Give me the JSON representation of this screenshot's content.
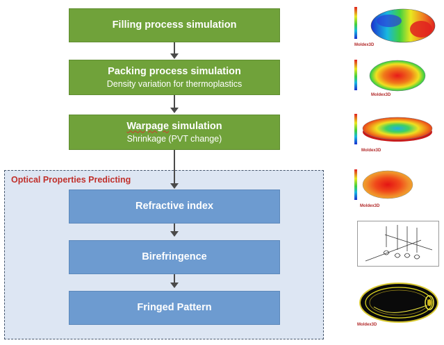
{
  "flow": {
    "filling": {
      "title": "Filling process simulation"
    },
    "packing": {
      "title": "Packing process simulation",
      "subtitle": "Density variation for thermoplastics"
    },
    "warpage": {
      "title_word": "Warpage",
      "title_rest": " simulation",
      "subtitle": "Shrinkage (PVT change)"
    },
    "optical_group": {
      "title": "Optical Properties Predicting"
    },
    "refractive": {
      "title": "Refractive index"
    },
    "birefringence": {
      "title": "Birefringence"
    },
    "fringed": {
      "title": "Fringed Pattern"
    }
  },
  "thumbnails": {
    "logo_text": "Moldex3D",
    "items": [
      {
        "id": "filling-result",
        "colormap": "rainbow"
      },
      {
        "id": "packing-result",
        "colormap": "rainbow"
      },
      {
        "id": "warpage-result",
        "colormap": "rainbow"
      },
      {
        "id": "refractive-result",
        "colormap": "rainbow"
      },
      {
        "id": "birefringence-schematic",
        "colormap": "line-drawing"
      },
      {
        "id": "fringe-result",
        "colormap": "black-yellow"
      }
    ]
  },
  "colors": {
    "process_box": "#70a23a",
    "optical_box": "#6d9bd0",
    "optical_panel_bg": "#dde6f3",
    "optical_title": "#c0302b",
    "arrow": "#4a4a4a"
  }
}
